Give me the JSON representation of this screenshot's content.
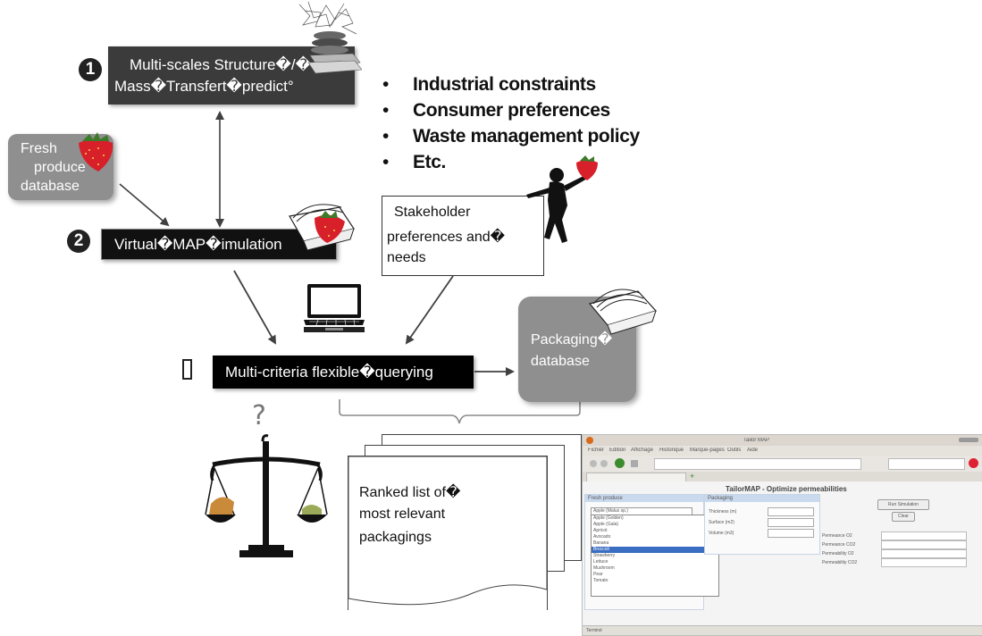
{
  "step1": {
    "number": "❶",
    "line1": "Multi-scales Structure�/�",
    "line2": "Mass�Transfert�predict°"
  },
  "step2": {
    "number": "❷",
    "label": "Virtual�MAP�imulation"
  },
  "step3": {
    "marker": "▯",
    "label": "Multi-criteria flexible�querying"
  },
  "constraints": {
    "items": [
      "Industrial constraints",
      "Consumer preferences",
      "Waste management policy",
      "Etc."
    ]
  },
  "fresh_db": {
    "lines": [
      "Fresh",
      "produce",
      "database"
    ]
  },
  "stakeholder": {
    "lines": [
      "Stakeholder",
      "preferences and�",
      "needs"
    ]
  },
  "packaging_db": {
    "lines": [
      "Packaging�",
      "database"
    ]
  },
  "ranked": {
    "lines": [
      "Ranked list of�",
      "most relevant",
      "packagings"
    ]
  },
  "question_mark": "?",
  "screenshot": {
    "window_title": "Tailor MAP",
    "app_title": "TailorMAP - Optimize permeabilities",
    "menu": [
      "Fichier",
      "Édition",
      "Affichage",
      "Historique",
      "Marque-pages",
      "Outils",
      "Aide"
    ],
    "panel_left": "Fresh produce",
    "panel_mid": "Packaging",
    "selected_value": "Apple (Malus sp.)",
    "list_items": [
      "Apple (Golden)",
      "Apple (Gala)",
      "Apricot",
      "Avocado",
      "Banana",
      "Broccoli",
      "Strawberry",
      "Lettuce",
      "Mushroom",
      "Pear",
      "Tomato"
    ],
    "fields": [
      "Thickness (m)",
      "Surface (m2)",
      "Volume (m3)"
    ],
    "perm_fields": [
      "Permeance O2",
      "Permeance CO2",
      "Permeability O2",
      "Permeability CO2"
    ],
    "button1": "Run Simulation",
    "button2": "Clear",
    "status": "Terminé"
  },
  "colors": {
    "dark_box": "#3b3b3b",
    "gray_box": "#8f8f8f",
    "strawberry": "#d8202a",
    "arrow": "#404040"
  }
}
